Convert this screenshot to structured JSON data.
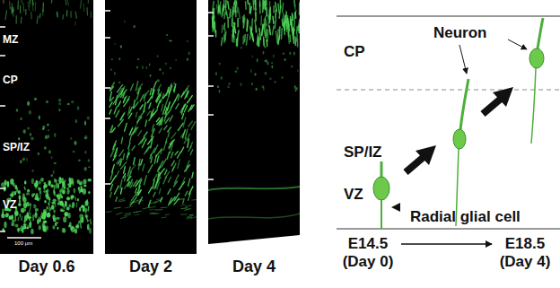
{
  "diagram": {
    "nodes": [
      {
        "text": [
          "MZ",
          "CP",
          "SP/IZ",
          "VZ",
          "100 μm",
          "Day 0.6"
        ]
      },
      {
        "text": [
          "Day 2"
        ]
      },
      {
        "text": [
          "Day 4"
        ]
      },
      {
        "text": [
          "E14.5 (Day 0)"
        ]
      },
      {
        "text": [
          "E18.5 (Day 4)"
        ]
      }
    ],
    "edges": [
      {
        "from": 3,
        "to": 4,
        "arrow": "to"
      }
    ],
    "labels": [
      "CP",
      "SP/IZ",
      "VZ",
      "Neuron",
      "Radial glial cell"
    ]
  }
}
